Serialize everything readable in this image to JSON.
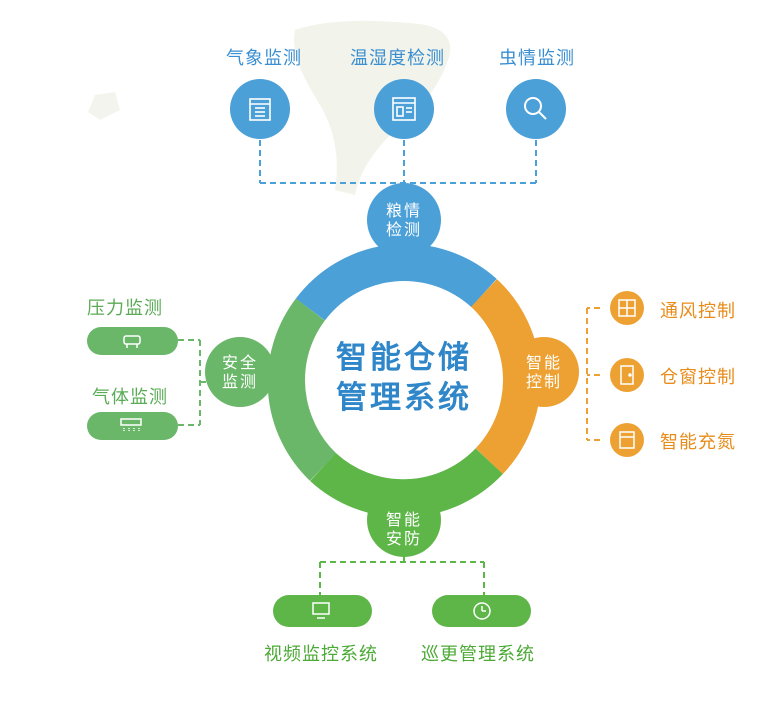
{
  "center": {
    "title": "智能仓储\n管理系统"
  },
  "colors": {
    "blue": "#4ca0d8",
    "orange": "#eda132",
    "green": "#5eb649",
    "lightgreen": "#6ab76a"
  },
  "top": {
    "node": "粮情\n检测",
    "items": [
      {
        "label": "气象监测",
        "icon": "document-list-icon"
      },
      {
        "label": "温湿度检测",
        "icon": "dashboard-panel-icon"
      },
      {
        "label": "虫情监测",
        "icon": "magnifier-icon"
      }
    ]
  },
  "right": {
    "node": "智能\n控制",
    "items": [
      {
        "label": "通风控制",
        "icon": "window-grid-icon"
      },
      {
        "label": "仓窗控制",
        "icon": "door-icon"
      },
      {
        "label": "智能充氮",
        "icon": "cabinet-icon"
      }
    ]
  },
  "left": {
    "node": "安全\n监测",
    "items": [
      {
        "label": "压力监测",
        "icon": "sensor-icon"
      },
      {
        "label": "气体监测",
        "icon": "air-vent-icon"
      }
    ]
  },
  "bottom": {
    "node": "智能\n安防",
    "items": [
      {
        "label": "视频监控系统",
        "icon": "monitor-icon"
      },
      {
        "label": "巡更管理系统",
        "icon": "clock-icon"
      }
    ]
  }
}
